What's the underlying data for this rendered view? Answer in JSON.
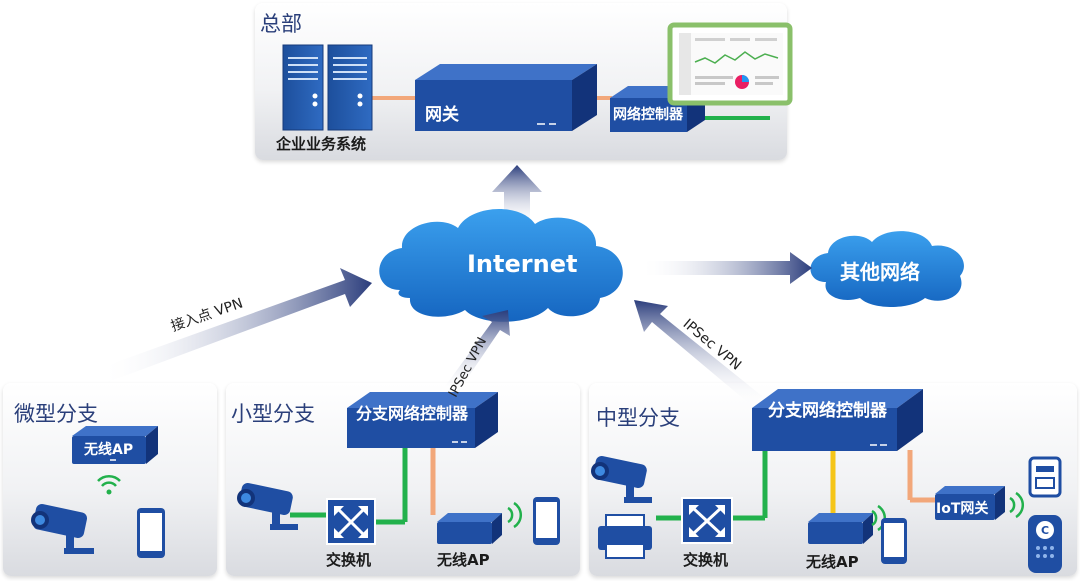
{
  "hq": {
    "title": "总部",
    "enterprise_system": "企业业务系统",
    "gateway": "网关",
    "network_controller": "网络控制器"
  },
  "internet": "Internet",
  "other_network": "其他网络",
  "links": {
    "access_vpn": "接入点 VPN",
    "ipsec_small": "IPSec VPN",
    "ipsec_medium": "IPSec VPN"
  },
  "micro_branch": {
    "title": "微型分支",
    "wireless_ap": "无线AP"
  },
  "small_branch": {
    "title": "小型分支",
    "branch_controller": "分支网络控制器",
    "switch": "交换机",
    "wireless_ap": "无线AP"
  },
  "medium_branch": {
    "title": "中型分支",
    "branch_controller": "分支网络控制器",
    "switch": "交换机",
    "wireless_ap": "无线AP",
    "iot_gateway": "IoT网关"
  },
  "colors": {
    "device_blue": "#1f4ea3",
    "cloud_blue": "#1e7fd6",
    "link_green": "#22b14c",
    "link_orange": "#f2a77a",
    "link_yellow": "#f5c518"
  }
}
